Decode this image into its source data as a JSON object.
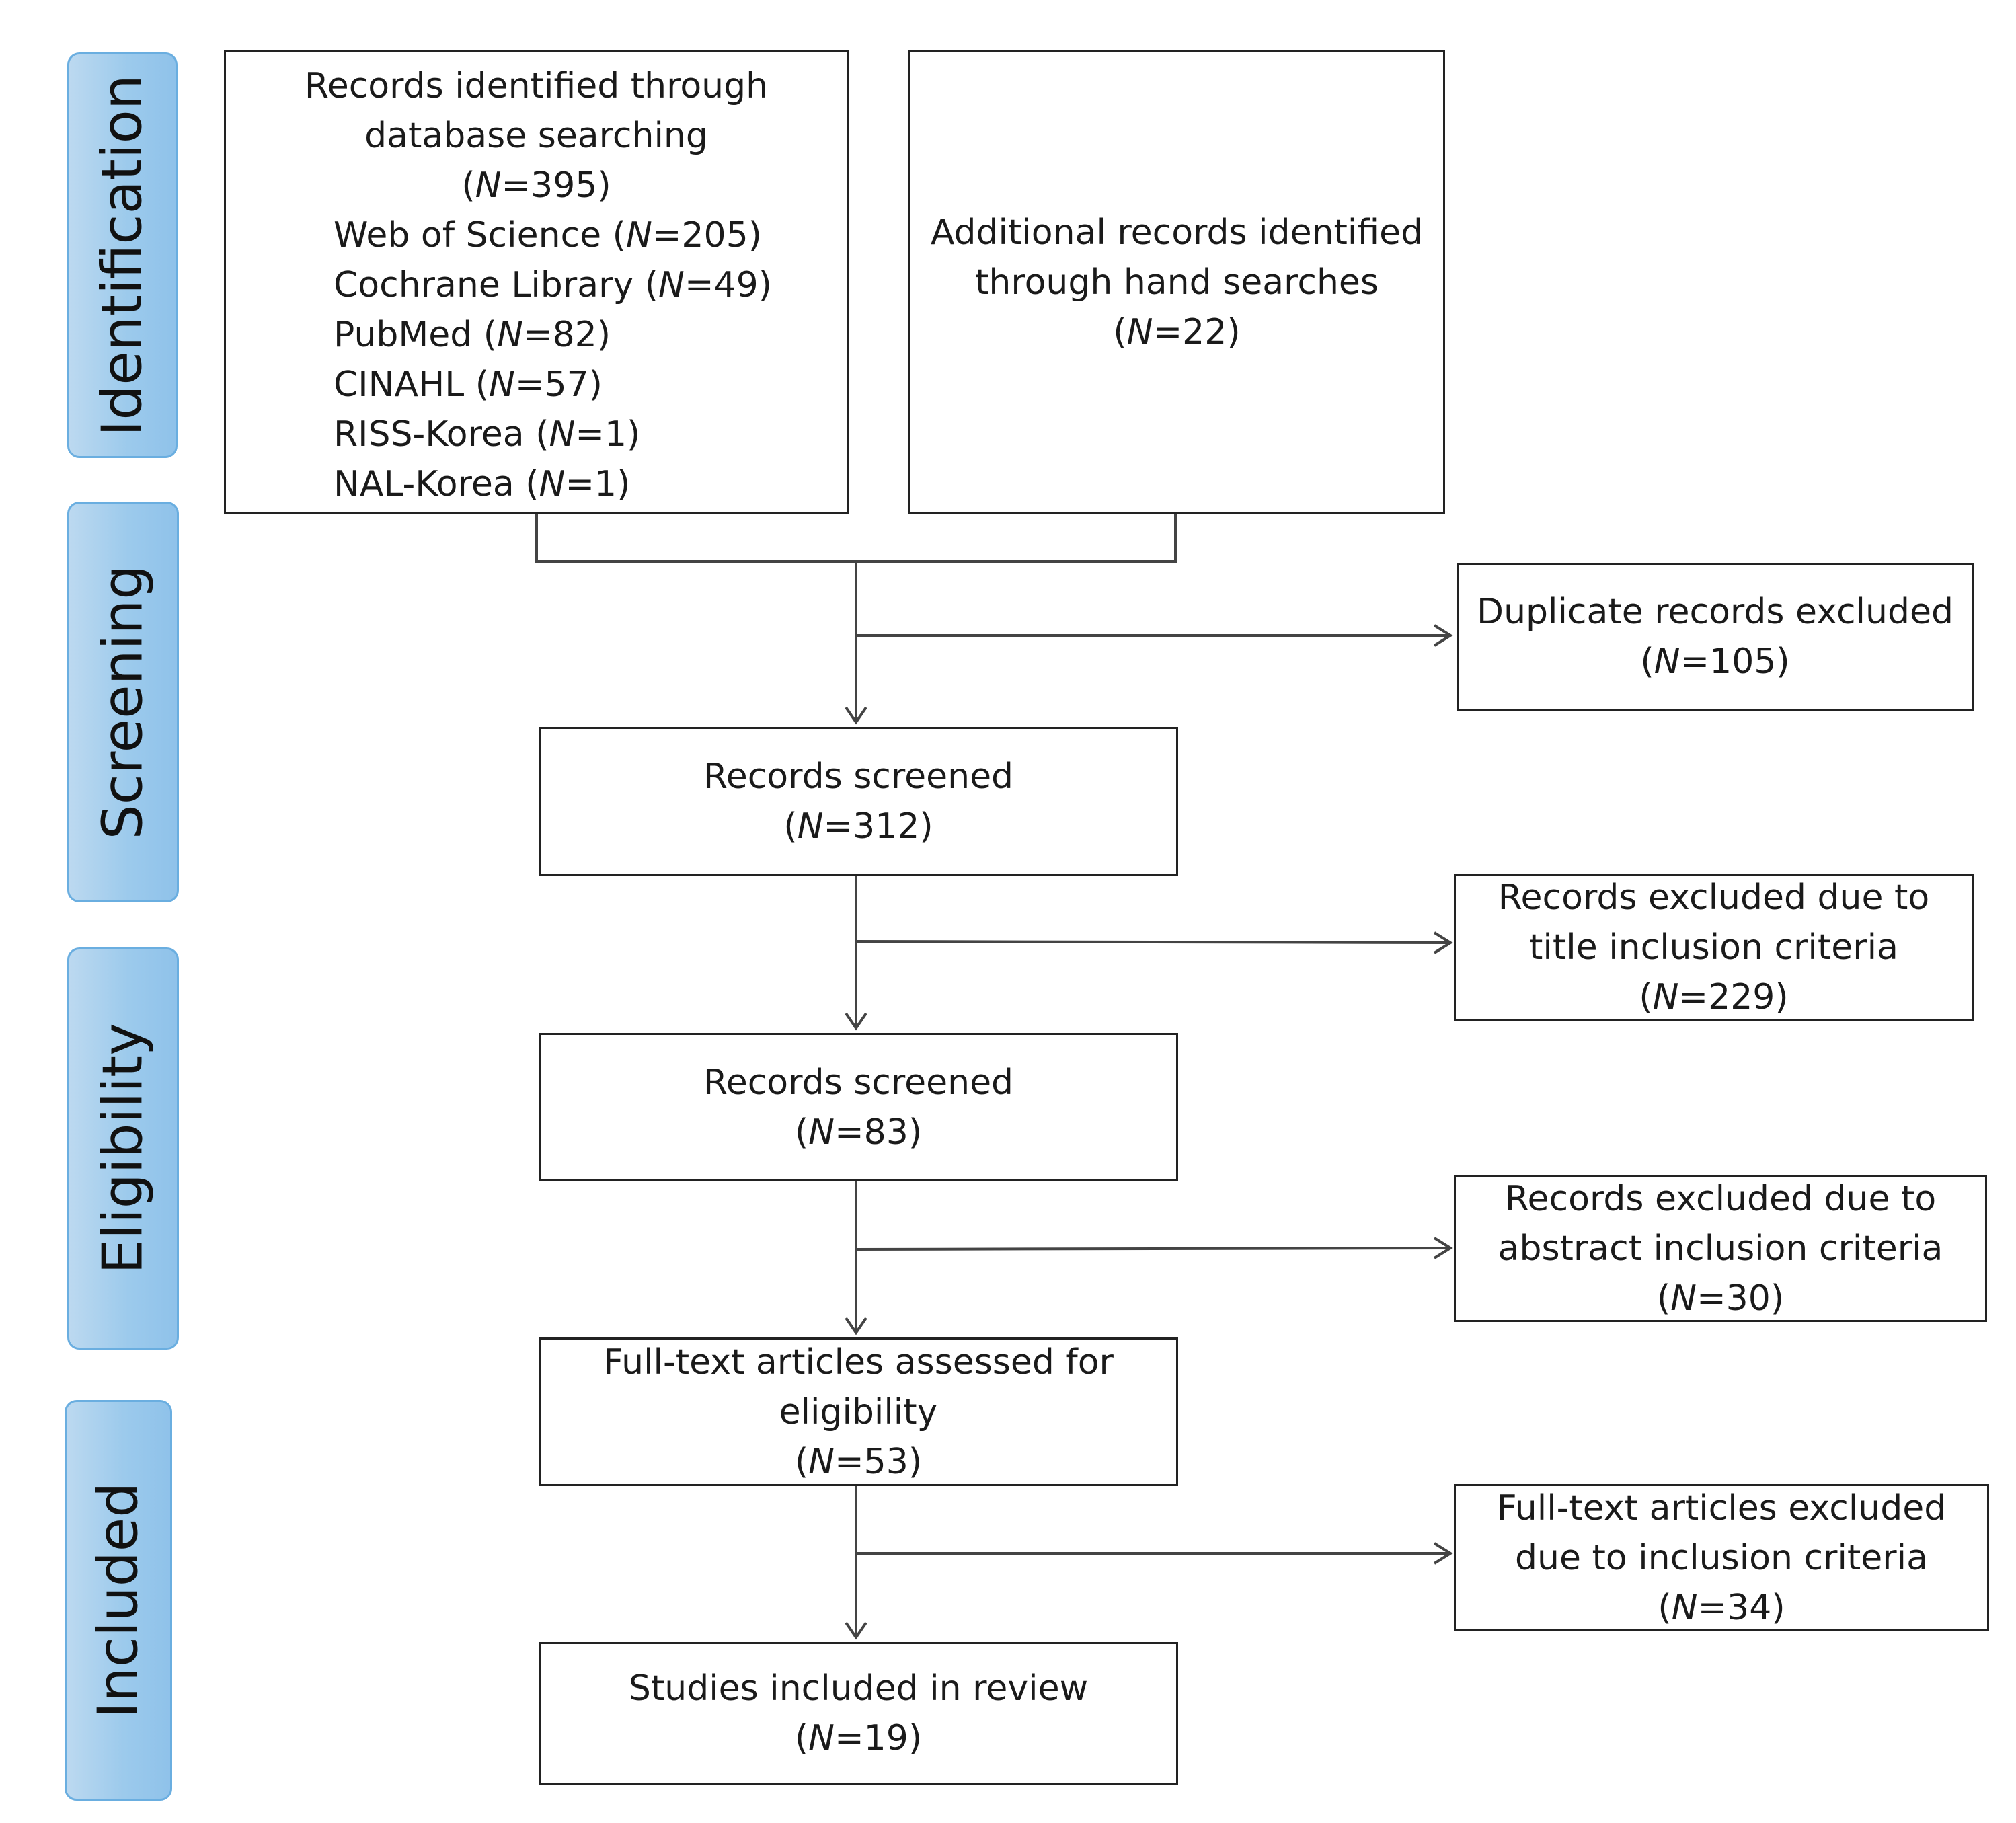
{
  "phases": {
    "identification": "Identification",
    "screening": "Screening",
    "eligibility": "Eligibility",
    "included": "Included"
  },
  "db_box": {
    "line1": "Records identified through",
    "line2": "database searching",
    "total_open": "(",
    "total_n": "N",
    "total_val": "=395)",
    "sources": [
      {
        "name": "Web of Science (",
        "n": "N",
        "val": "=205)"
      },
      {
        "name": "Cochrane Library (",
        "n": "N",
        "val": "=49)"
      },
      {
        "name": "PubMed (",
        "n": "N",
        "val": "=82)"
      },
      {
        "name": "CINAHL (",
        "n": "N",
        "val": "=57)"
      },
      {
        "name": "RISS-Korea (",
        "n": "N",
        "val": "=1)"
      },
      {
        "name": "NAL-Korea (",
        "n": "N",
        "val": "=1)"
      }
    ]
  },
  "hand_box": {
    "line1": "Additional records identified",
    "line2": "through hand searches",
    "open": "(",
    "n": "N",
    "val": "=22)"
  },
  "dup_box": {
    "line1": "Duplicate records excluded",
    "open": "(",
    "n": "N",
    "val": "=105)"
  },
  "screened1_box": {
    "line1": "Records screened",
    "open": "(",
    "n": "N",
    "val": "=312)"
  },
  "title_excl_box": {
    "line1": "Records excluded due to",
    "line2": "title inclusion criteria",
    "open": "(",
    "n": "N",
    "val": "=229)"
  },
  "screened2_box": {
    "line1": "Records screened",
    "open": "(",
    "n": "N",
    "val": "=83)"
  },
  "abstract_excl_box": {
    "line1": "Records excluded due to",
    "line2": "abstract inclusion criteria",
    "open": "(",
    "n": "N",
    "val": "=30)"
  },
  "fulltext_box": {
    "line1": "Full-text articles assessed for",
    "line2": "eligibility",
    "open": "(",
    "n": "N",
    "val": "=53)"
  },
  "fulltext_excl_box": {
    "line1": "Full-text articles excluded",
    "line2": "due to inclusion criteria",
    "open": "(",
    "n": "N",
    "val": "=34)"
  },
  "included_box": {
    "line1": "Studies included in review",
    "open": "(",
    "n": "N",
    "val": "=19)"
  }
}
